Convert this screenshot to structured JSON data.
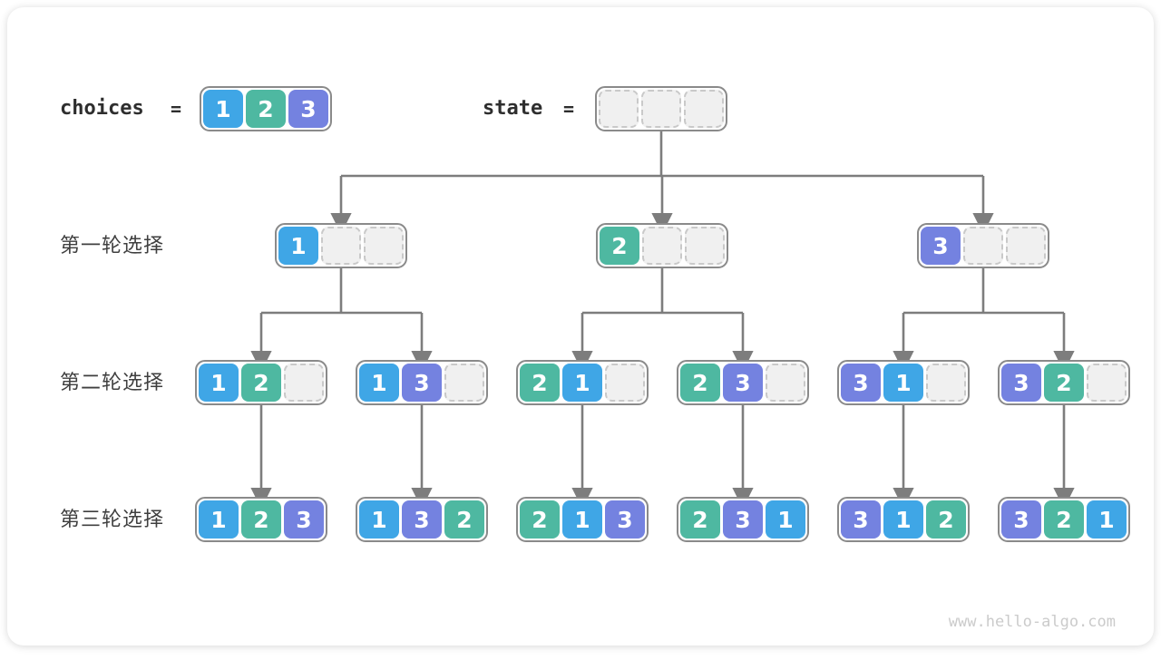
{
  "header": {
    "choices_label": "choices",
    "state_label": "state",
    "equals": "=",
    "choices_cells": [
      "1",
      "2",
      "3"
    ],
    "state_cells": [
      null,
      null,
      null
    ]
  },
  "row_labels": [
    "第一轮选择",
    "第二轮选择",
    "第三轮选择"
  ],
  "tree": {
    "level1": [
      [
        "1",
        null,
        null
      ],
      [
        "2",
        null,
        null
      ],
      [
        "3",
        null,
        null
      ]
    ],
    "level2": [
      [
        "1",
        "2",
        null
      ],
      [
        "1",
        "3",
        null
      ],
      [
        "2",
        "1",
        null
      ],
      [
        "2",
        "3",
        null
      ],
      [
        "3",
        "1",
        null
      ],
      [
        "3",
        "2",
        null
      ]
    ],
    "level3": [
      [
        "1",
        "2",
        "3"
      ],
      [
        "1",
        "3",
        "2"
      ],
      [
        "2",
        "1",
        "3"
      ],
      [
        "2",
        "3",
        "1"
      ],
      [
        "3",
        "1",
        "2"
      ],
      [
        "3",
        "2",
        "1"
      ]
    ]
  },
  "colors": {
    "value_1": "#3fa6e6",
    "value_2": "#4eb8a1",
    "value_3": "#7482e0",
    "connector": "#7d7d7d",
    "box_border": "#8a8a8a",
    "empty_fill": "#f0f0f0",
    "empty_border": "#c9c9c9"
  },
  "watermark": "www.hello-algo.com"
}
